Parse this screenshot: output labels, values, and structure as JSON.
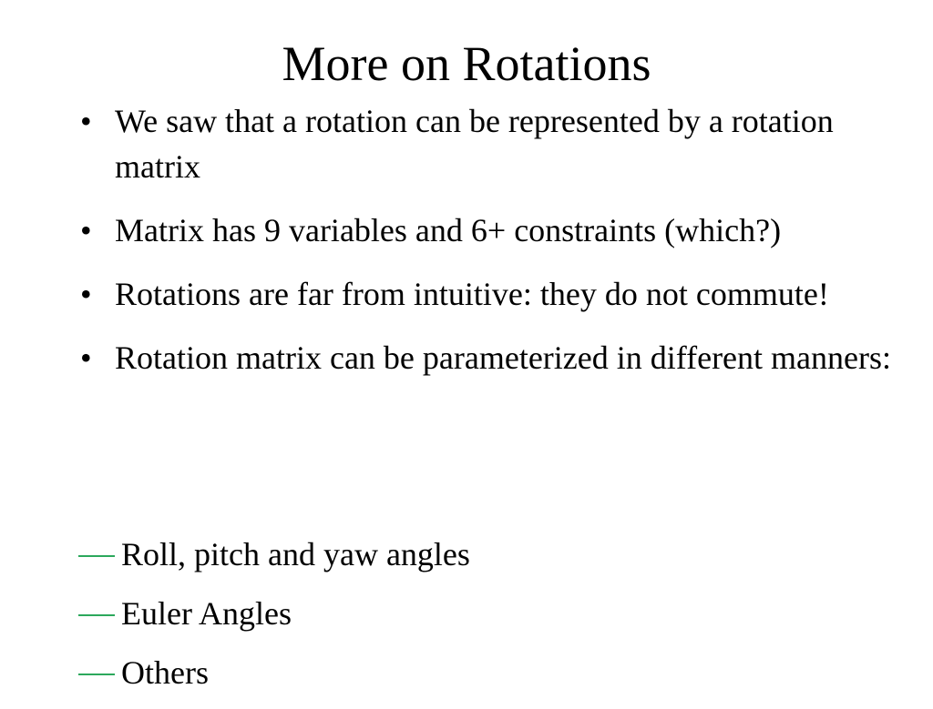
{
  "slide": {
    "title": "More on Rotations",
    "bullet_glyph": "•",
    "bullets": [
      "We saw that a rotation can be represented by a rotation matrix",
      "Matrix has 9 variables and 6+ constraints (which?)",
      "Rotations are far from intuitive: they do not commute!",
      "Rotation matrix can be parameterized in different manners:"
    ],
    "sub_items": [
      "Roll, pitch and yaw angles",
      "Euler Angles",
      "Others"
    ],
    "colors": {
      "background": "#ffffff",
      "text": "#000000",
      "sub_dash": "#2ca85c"
    },
    "icons": {
      "sub_marker": "dash-icon"
    }
  }
}
